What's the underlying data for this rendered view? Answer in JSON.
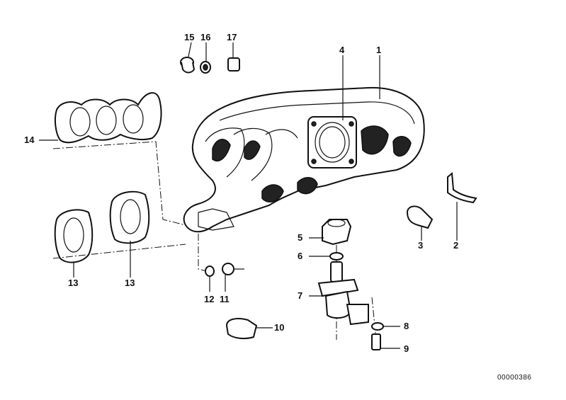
{
  "labels": [
    {
      "id": "1",
      "text": "1"
    },
    {
      "id": "2",
      "text": "2"
    },
    {
      "id": "3",
      "text": "3"
    },
    {
      "id": "4",
      "text": "4"
    },
    {
      "id": "5",
      "text": "5"
    },
    {
      "id": "6",
      "text": "6"
    },
    {
      "id": "7",
      "text": "7"
    },
    {
      "id": "8",
      "text": "8"
    },
    {
      "id": "9",
      "text": "9"
    },
    {
      "id": "10",
      "text": "10"
    },
    {
      "id": "11",
      "text": "11"
    },
    {
      "id": "12",
      "text": "12"
    },
    {
      "id": "13a",
      "text": "13"
    },
    {
      "id": "13b",
      "text": "13"
    },
    {
      "id": "14",
      "text": "14"
    },
    {
      "id": "15",
      "text": "15"
    },
    {
      "id": "16",
      "text": "16"
    },
    {
      "id": "17",
      "text": "17"
    }
  ],
  "diagram_code": "00000386"
}
